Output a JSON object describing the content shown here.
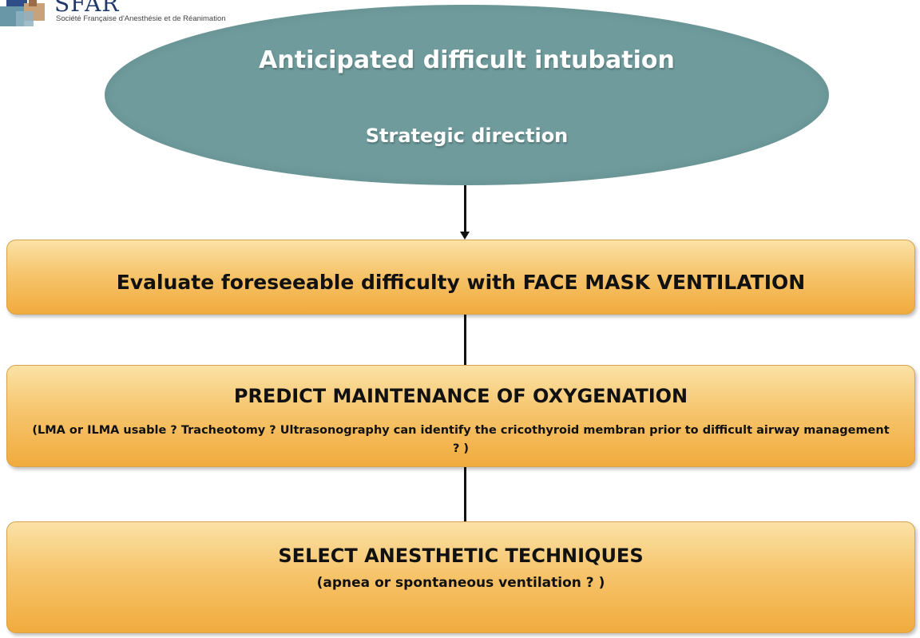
{
  "logo": {
    "name": "SFAR",
    "subtitle": "Société Française d'Anesthésie et de Réanimation"
  },
  "header": {
    "title": "Anticipated difficult intubation",
    "subtitle": "Strategic direction"
  },
  "steps": [
    {
      "title": "Evaluate foreseeable difficulty with FACE MASK VENTILATION"
    },
    {
      "title": "PREDICT MAINTENANCE OF OXYGENATION",
      "detail": "(LMA or  ILMA usable ?  Tracheotomy ?  Ultrasonography can identify the cricothyroid membran prior to difficult airway management ? )"
    },
    {
      "title": "SELECT ANESTHETIC TECHNIQUES",
      "detail": "(apnea or spontaneous ventilation ? )"
    }
  ],
  "colors": {
    "ellipse": "#6f9b9c",
    "box_top": "#fbe2a6",
    "box_bottom": "#f1ab3d",
    "connector": "#111111"
  }
}
